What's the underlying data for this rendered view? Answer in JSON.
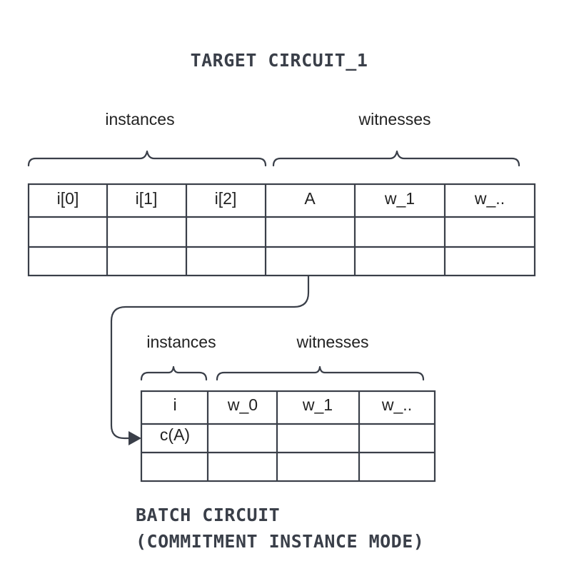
{
  "target": {
    "title": "TARGET CIRCUIT_1",
    "instances_label": "instances",
    "witnesses_label": "witnesses",
    "headers": [
      "i[0]",
      "i[1]",
      "i[2]",
      "A",
      "w_1",
      "w_.."
    ],
    "row2": [
      "",
      "",
      "",
      "",
      "",
      ""
    ],
    "row3": [
      "",
      "",
      "",
      "",
      "",
      ""
    ]
  },
  "batch": {
    "instances_label": "instances",
    "witnesses_label": "witnesses",
    "headers": [
      "i",
      "w_0",
      "w_1",
      "w_.."
    ],
    "row2": [
      "c(A)",
      "",
      "",
      ""
    ],
    "row3": [
      "",
      "",
      "",
      ""
    ],
    "caption_line1": "BATCH CIRCUIT",
    "caption_line2": "(COMMITMENT INSTANCE MODE)"
  }
}
